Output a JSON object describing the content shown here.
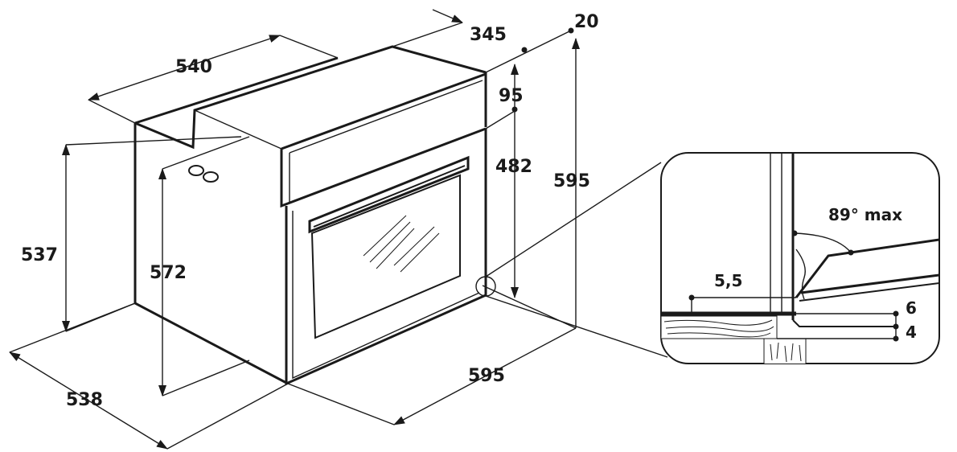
{
  "dimensions": {
    "top_depth": "540",
    "door_depth": "345",
    "top_gap": "20",
    "panel_height": "95",
    "door_height": "482",
    "front_height": "595",
    "side_height": "537",
    "cavity_height": "572",
    "bottom_depth": "538",
    "front_width": "595"
  },
  "detail": {
    "angle_label": "89° max",
    "offset_label": "5,5",
    "thickness_a": "6",
    "thickness_b": "4"
  },
  "colors": {
    "line": "#1a1a1a",
    "background": "#ffffff",
    "hatch": "#555555"
  }
}
